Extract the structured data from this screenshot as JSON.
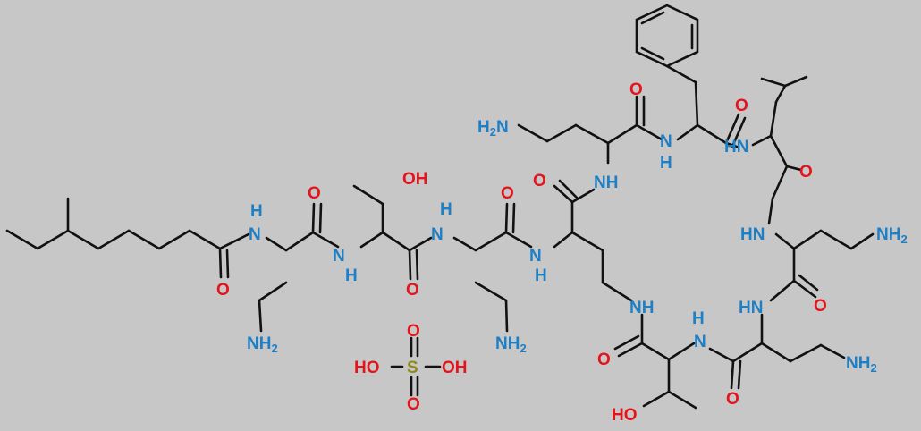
{
  "colors": {
    "background": "#c7c7c7",
    "bond": "#111111",
    "nitrogen": "#1f7fc4",
    "oxygen": "#e3141c",
    "sulfur": "#8f8a17"
  },
  "atoms": {
    "H": "H",
    "N": "N",
    "NH": "NH",
    "HN": "HN",
    "O": "O",
    "OH": "OH",
    "HO": "HO",
    "S": "S",
    "NH2_main": "NH",
    "NH2_rev": "H",
    "NH2_prefix": "N",
    "sub2": "2"
  }
}
